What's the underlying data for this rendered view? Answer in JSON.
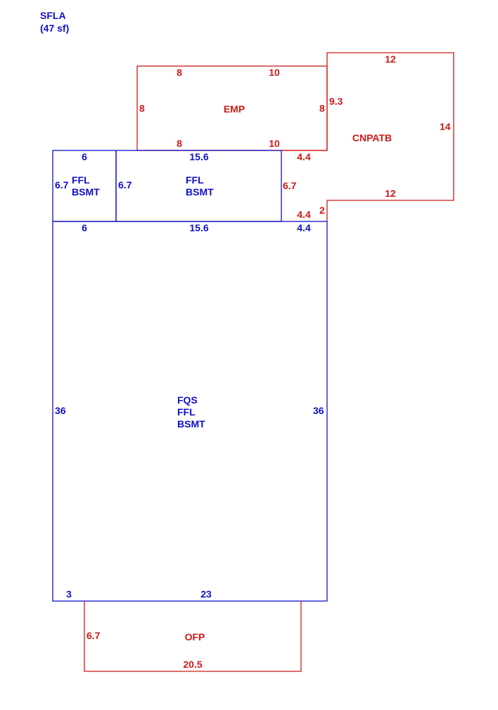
{
  "colors": {
    "living_area": "#1010c8",
    "non_living_area": "#d01818",
    "background": "#ffffff"
  },
  "summary": {
    "line1": "SFLA",
    "line2": "(47 sf)"
  },
  "areas": {
    "emp": {
      "name": "EMP",
      "top_left": "8",
      "top_right": "10",
      "left": "8",
      "right": "8",
      "bottom_left": "8",
      "bottom_right": "10"
    },
    "cnpatb": {
      "name": "CNPATB",
      "top": "12",
      "left_top": "9.3",
      "right": "14",
      "step_top": "4.4",
      "bottom": "12",
      "step_bottom": "4.4",
      "left_bottom": "2"
    },
    "ffl_small": {
      "name_line1": "FFL",
      "name_line2": "BSMT",
      "top": "6",
      "left": "6.7",
      "bottom": "6"
    },
    "ffl_wide": {
      "name_line1": "FFL",
      "name_line2": "BSMT",
      "top": "15.6",
      "left": "6.7",
      "right": "6.7",
      "bottom": "15.6"
    },
    "fqs": {
      "name_line1": "FQS",
      "name_line2": "FFL",
      "name_line3": "BSMT",
      "top_right": "4.4",
      "left": "36",
      "right": "36",
      "bottom_left": "3",
      "bottom": "23"
    },
    "ofp": {
      "name": "OFP",
      "left": "6.7",
      "bottom": "20.5"
    }
  }
}
